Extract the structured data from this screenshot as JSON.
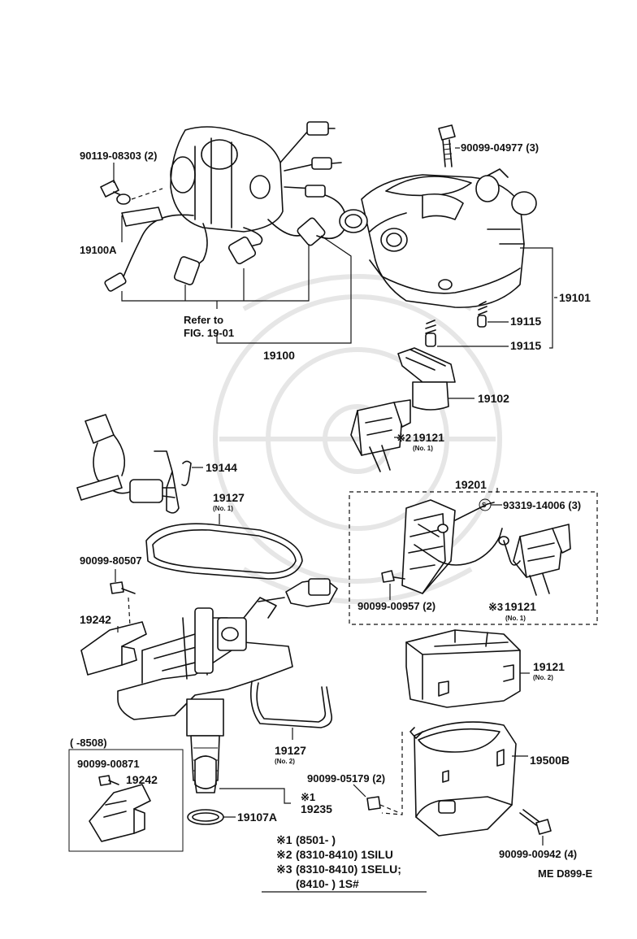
{
  "labels": {
    "bolt_top_left": "90119-08303 (2)",
    "part_19100A": "19100A",
    "refer_line1": "Refer to",
    "refer_line2": "FIG. 19-01",
    "part_19100": "19100",
    "bolt_top_right": "90099-04977 (3)",
    "part_19101": "19101",
    "part_19115_a": "19115",
    "part_19115_b": "19115",
    "part_19102": "19102",
    "mark_19121_top": "※2",
    "part_19121_top": "19121",
    "sub_19121_top": "(No. 1)",
    "part_19144": "19144",
    "part_19127_top": "19127",
    "sub_19127_top": "(No. 1)",
    "part_19201": "19201",
    "screw_s_mark": "S",
    "screw_93319": "93319-14006 (3)",
    "bolt_80507": "90099-80507",
    "part_19242_left": "19242",
    "nut_00957": "90099-00957 (2)",
    "mark_19121_box": "※3",
    "part_19121_box": "19121",
    "sub_19121_box": "(No. 1)",
    "part_19121_no2": "19121",
    "sub_19121_no2": "(No. 2)",
    "inset_range": "(        -8508)",
    "inset_bolt": "90099-00871",
    "inset_part": "19242",
    "part_19127_bot": "19127",
    "sub_19127_bot": "(No. 2)",
    "part_19500B": "19500B",
    "nut_05179": "90099-05179 (2)",
    "mark_19235": "※1",
    "part_19235": "19235",
    "part_19107A": "19107A",
    "bolt_00942": "90099-00942 (4)",
    "fig_code": "ME D899-E"
  },
  "footnotes": [
    {
      "mark": "※1",
      "text": "(8501-        )"
    },
    {
      "mark": "※2",
      "text": "(8310-8410) 1SILU"
    },
    {
      "mark": "※3",
      "text": "(8310-8410) 1SELU;"
    },
    {
      "mark": "",
      "text": "(8410-        ) 1S#"
    }
  ]
}
